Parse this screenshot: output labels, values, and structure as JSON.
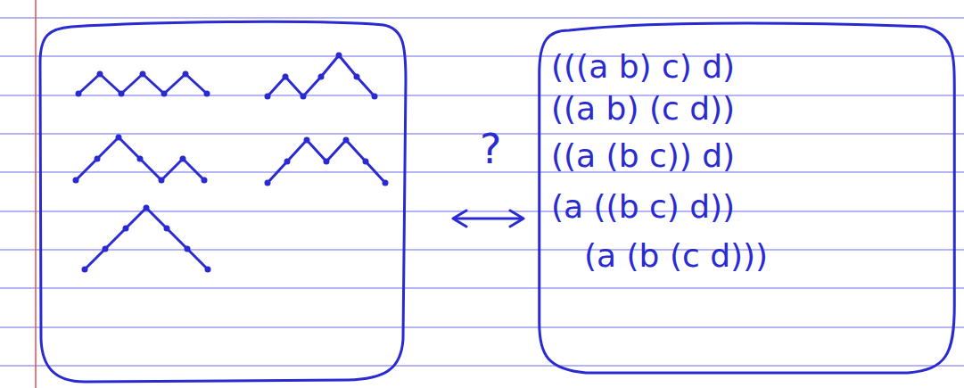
{
  "diagram": {
    "nodes": [
      {
        "text": [
          "(((a b) c) d)",
          "((a b) (c d))",
          "((a (b c)) d)",
          "(a ((b c) d))",
          "(a (b (c d)))"
        ]
      }
    ],
    "labels": [
      "?"
    ]
  }
}
